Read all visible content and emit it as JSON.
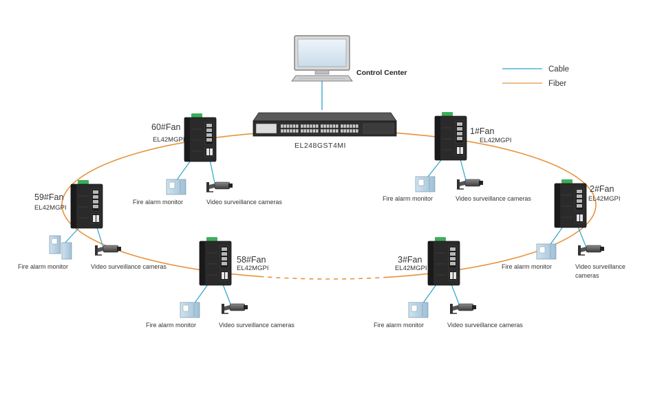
{
  "colors": {
    "cable": "#2aa3c9",
    "fiber": "#e8913a",
    "device_body": "#2a2a2a",
    "device_edge": "#151515",
    "terminal_green": "#3cae5a"
  },
  "legend": {
    "cable_label": "Cable",
    "fiber_label": "Fiber"
  },
  "control_center": {
    "label": "Control Center",
    "icon": "computer-monitor-icon"
  },
  "core_switch": {
    "model": "EL248GST4MI",
    "icon": "rack-switch-icon"
  },
  "nodes": [
    {
      "id": "fan-60",
      "name": "60#Fan",
      "model": "EL42MGPI",
      "fire_label": "Fire alarm monitor",
      "camera_label": "Video surveillance cameras"
    },
    {
      "id": "fan-1",
      "name": "1#Fan",
      "model": "EL42MGPI",
      "fire_label": "Fire alarm monitor",
      "camera_label": "Video surveillance cameras"
    },
    {
      "id": "fan-59",
      "name": "59#Fan",
      "model": "EL42MGPI",
      "fire_label": "Fire alarm monitor",
      "camera_label": "Video surveillance cameras"
    },
    {
      "id": "fan-2",
      "name": "2#Fan",
      "model": "EL42MGPI",
      "fire_label": "Fire alarm monitor",
      "camera_label": "Video surveillance cameras"
    },
    {
      "id": "fan-58",
      "name": "58#Fan",
      "model": "EL42MGPI",
      "fire_label": "Fire alarm monitor",
      "camera_label": "Video surveillance cameras"
    },
    {
      "id": "fan-3",
      "name": "3#Fan",
      "model": "EL42MGPI",
      "fire_label": "Fire alarm monitor",
      "camera_label": "Video surveillance cameras"
    }
  ]
}
